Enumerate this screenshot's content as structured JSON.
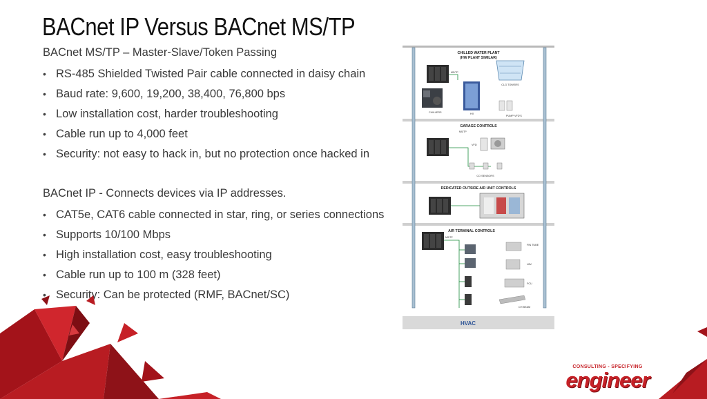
{
  "slide": {
    "title": "BACnet IP Versus BACnet MS/TP"
  },
  "mstp": {
    "heading": "BACnet MS/TP – Master-Slave/Token Passing",
    "bullets": [
      "RS-485 Shielded Twisted Pair cable connected in daisy chain",
      "Baud rate: 9,600, 19,200, 38,400, 76,800 bps",
      "Low installation cost, harder troubleshooting",
      "Cable run up to 4,000 feet",
      "Security: not easy to hack in, but no protection once hacked in"
    ]
  },
  "ip": {
    "heading": "BACnet IP - Connects devices via IP addresses.",
    "bullets": [
      "CAT5e, CAT6 cable connected in star, ring, or series connections",
      "Supports 10/100 Mbps",
      "High installation cost, easy troubleshooting",
      "Cable run up to 100 m (328 feet)",
      "Security: Can be protected (RMF, BACnet/SC)"
    ]
  },
  "diagram": {
    "sections": [
      {
        "title": "CHILLED WATER PLANT",
        "subtitle": "(HW PLANT SIMILAR)",
        "labels": [
          "MS/TP",
          "CLG TOWERS",
          "CHILLERS",
          "HX",
          "PUMP VFD'S"
        ]
      },
      {
        "title": "GARAGE CONTROLS",
        "labels": [
          "MS/TP",
          "VFD",
          "CO SENSORS"
        ]
      },
      {
        "title": "DEDICATED OUTSIDE AIR UNIT CONTROLS",
        "labels": []
      },
      {
        "title": "AIR TERMINAL CONTROLS",
        "labels": [
          "MS/TP",
          "FIN TUBE",
          "VAV",
          "FCU",
          "CH BEAM"
        ]
      }
    ],
    "footer": "HVAC"
  },
  "logo": {
    "top": "CONSULTING - SPECIFYING",
    "main": "engineer"
  },
  "colors": {
    "accent_red": "#c62127",
    "dark_red": "#8e1218",
    "pipe_blue": "#9fb6c8",
    "diagram_footer": "#d9d9d9"
  }
}
